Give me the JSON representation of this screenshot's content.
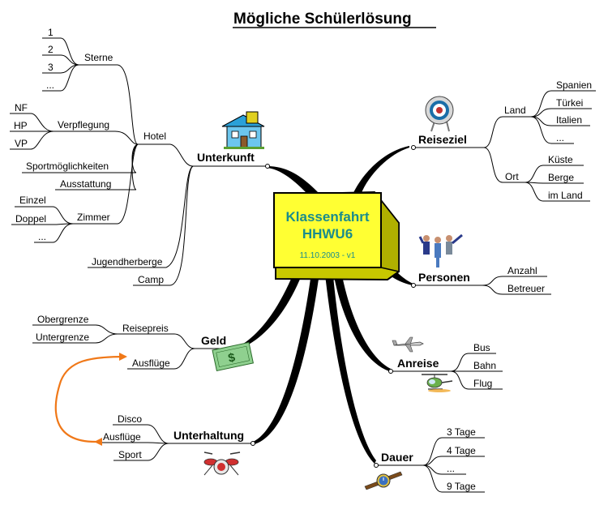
{
  "title": "Mögliche Schülerlösung",
  "center": {
    "line1": "Klassenfahrt",
    "line2": "HHWU6",
    "sub": "11.10.2003 - v1"
  },
  "branches": {
    "unterkunft": {
      "label": "Unterkunft",
      "hotel": {
        "label": "Hotel",
        "sterne": {
          "label": "Sterne",
          "items": [
            "1",
            "2",
            "3",
            "..."
          ]
        },
        "verpflegung": {
          "label": "Verpflegung",
          "items": [
            "NF",
            "HP",
            "VP"
          ]
        },
        "sport": "Sportmöglichkeiten",
        "ausstattung": "Ausstattung",
        "zimmer": {
          "label": "Zimmer",
          "items": [
            "Einzel",
            "Doppel",
            "..."
          ]
        }
      },
      "jugendherberge": "Jugendherberge",
      "camp": "Camp"
    },
    "geld": {
      "label": "Geld",
      "reisepreis": {
        "label": "Reisepreis",
        "items": [
          "Obergrenze",
          "Untergrenze"
        ]
      },
      "ausfluege": "Ausflüge"
    },
    "unterhaltung": {
      "label": "Unterhaltung",
      "items": [
        "Disco",
        "Ausflüge",
        "Sport"
      ]
    },
    "reiseziel": {
      "label": "Reiseziel",
      "land": {
        "label": "Land",
        "items": [
          "Spanien",
          "Türkei",
          "Italien",
          "..."
        ]
      },
      "ort": {
        "label": "Ort",
        "items": [
          "Küste",
          "Berge",
          "im Land"
        ]
      }
    },
    "personen": {
      "label": "Personen",
      "items": [
        "Anzahl",
        "Betreuer"
      ]
    },
    "anreise": {
      "label": "Anreise",
      "items": [
        "Bus",
        "Bahn",
        "Flug"
      ]
    },
    "dauer": {
      "label": "Dauer",
      "items": [
        "3 Tage",
        "4 Tage",
        "...",
        "9 Tage"
      ]
    }
  },
  "colors": {
    "center_fill": "#ffff33",
    "center_text": "#1a8c8c",
    "arrow": "#f07818",
    "money": "#8fd08f"
  },
  "icons": [
    "house-icon",
    "target-icon",
    "people-icon",
    "airplane-icon",
    "helicopter-icon",
    "money-icon",
    "drums-icon",
    "watch-icon"
  ]
}
